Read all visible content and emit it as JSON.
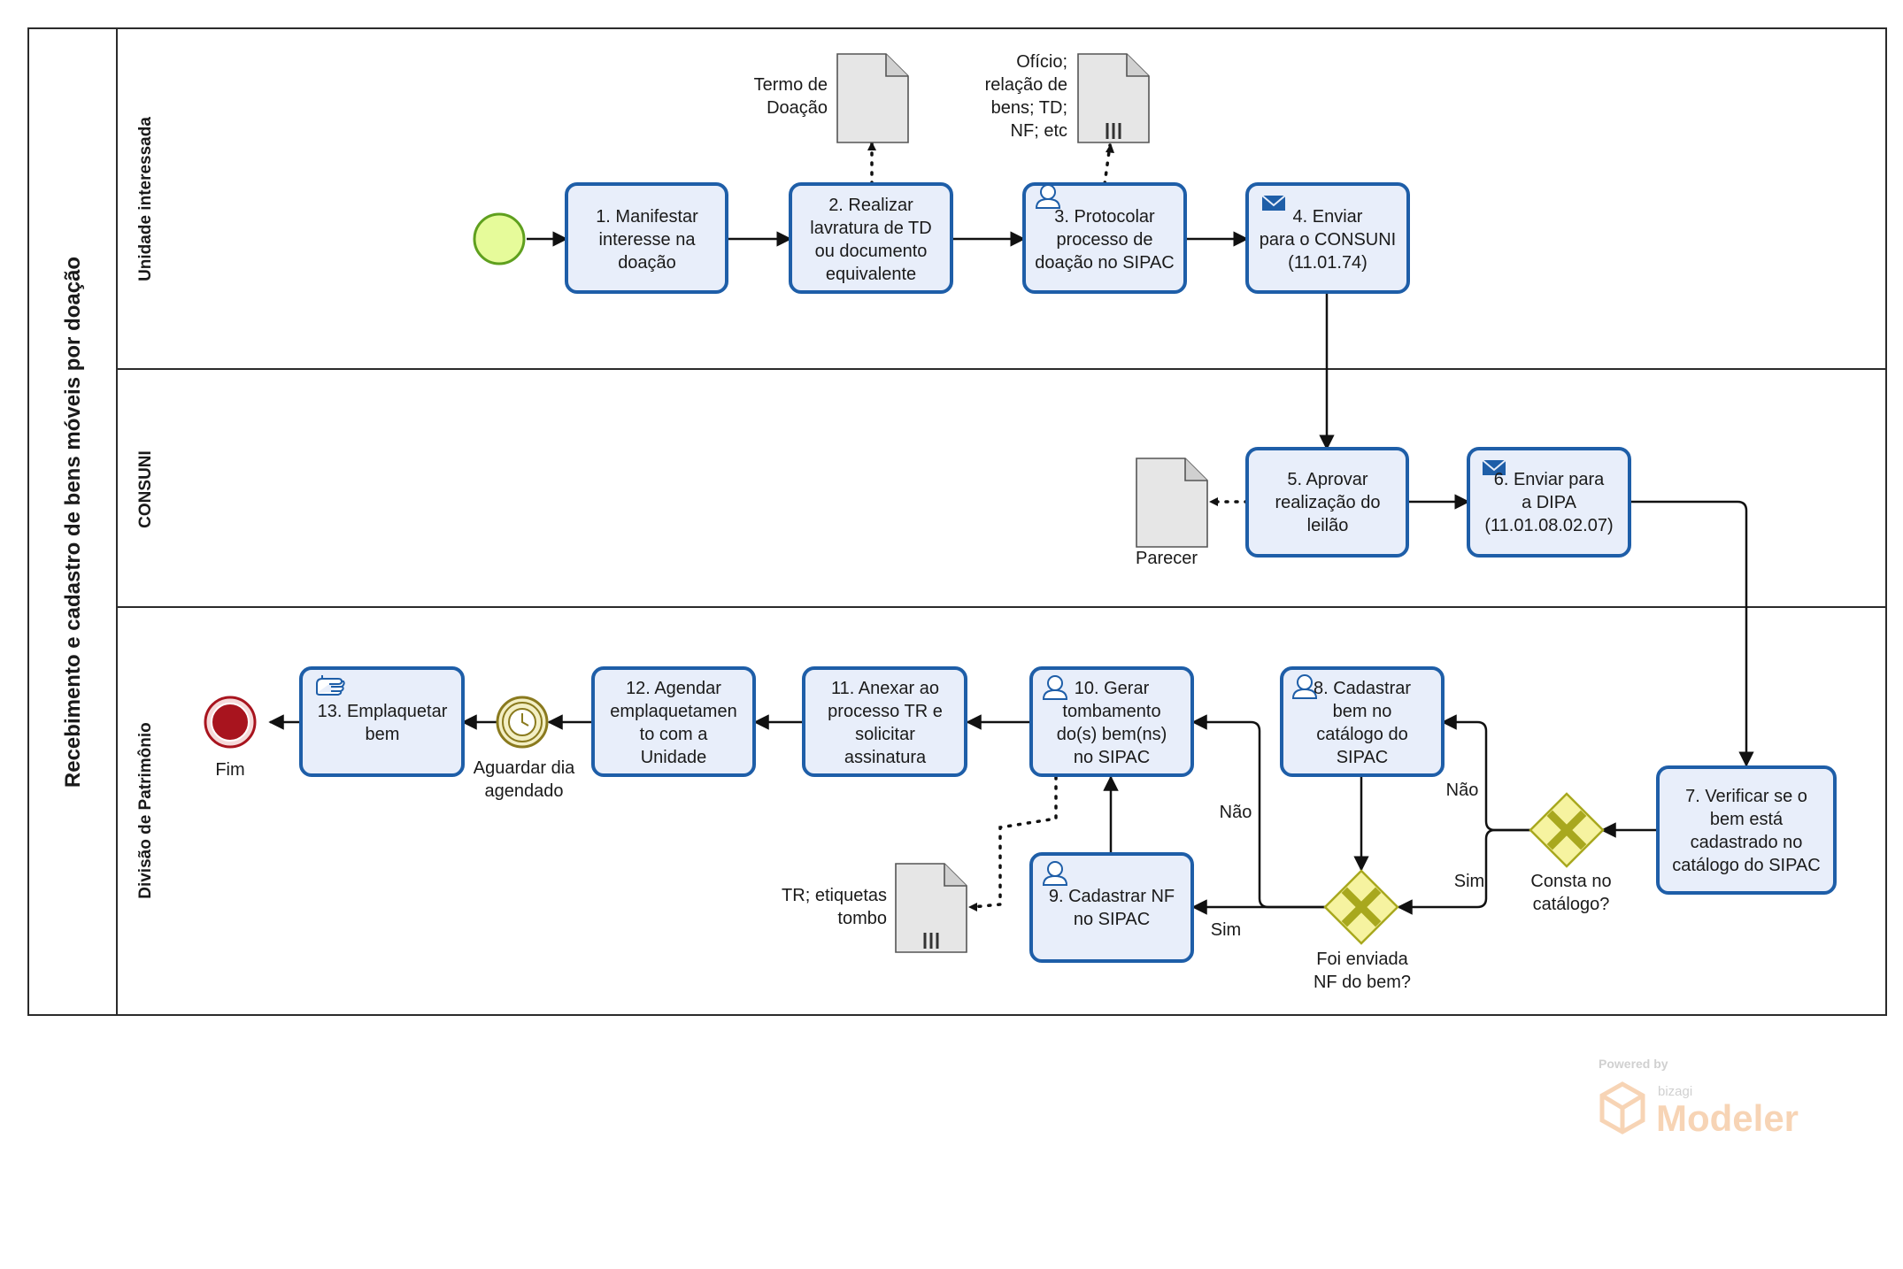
{
  "pool": {
    "title": "Recebimento e cadastro de bens móveis por doação"
  },
  "lanes": [
    {
      "id": "unidade",
      "label": "Unidade interessada"
    },
    {
      "id": "consuni",
      "label": "CONSUNI"
    },
    {
      "id": "patrimonio",
      "label": "Divisão de Patrimônio"
    }
  ],
  "tasks": {
    "t1": {
      "lines": [
        "1. Manifestar",
        "interesse na",
        "doação"
      ]
    },
    "t2": {
      "lines": [
        "2. Realizar",
        "lavratura de TD",
        "ou documento",
        "equivalente"
      ]
    },
    "t3": {
      "lines": [
        "3. Protocolar",
        "processo de",
        "doação no SIPAC"
      ],
      "icon": "user-icon"
    },
    "t4": {
      "lines": [
        "4. Enviar",
        "para o CONSUNI",
        "(11.01.74)"
      ],
      "icon": "envelope-icon"
    },
    "t5": {
      "lines": [
        "5. Aprovar",
        "realização do",
        "leilão"
      ]
    },
    "t6": {
      "lines": [
        "6. Enviar para",
        "a DIPA",
        "(11.01.08.02.07)"
      ],
      "icon": "envelope-icon"
    },
    "t7": {
      "lines": [
        "7. Verificar se o",
        "bem está",
        "cadastrado no",
        "catálogo do SIPAC"
      ]
    },
    "t8": {
      "lines": [
        "8. Cadastrar",
        "bem no",
        "catálogo do",
        "SIPAC"
      ],
      "icon": "user-icon"
    },
    "t9": {
      "lines": [
        "9. Cadastrar NF",
        "no SIPAC"
      ],
      "icon": "user-icon"
    },
    "t10": {
      "lines": [
        "10. Gerar",
        "tombamento",
        "do(s) bem(ns)",
        "no SIPAC"
      ],
      "icon": "user-icon"
    },
    "t11": {
      "lines": [
        "11. Anexar ao",
        "processo TR e",
        "solicitar",
        "assinatura"
      ]
    },
    "t12": {
      "lines": [
        "12. Agendar",
        "emplaquetamen",
        "to com a",
        "Unidade"
      ]
    },
    "t13": {
      "lines": [
        "13. Emplaquetar",
        "bem"
      ],
      "icon": "hand-icon"
    }
  },
  "documents": {
    "d1": {
      "lines": [
        "Termo de",
        "Doação"
      ]
    },
    "d2": {
      "lines": [
        "Ofício;",
        "relação de",
        "bens; TD;",
        "NF; etc"
      ]
    },
    "d3": {
      "lines": [
        "Parecer"
      ]
    },
    "d4": {
      "lines": [
        "TR; etiquetas",
        "tombo"
      ]
    }
  },
  "gateways": {
    "g1": {
      "lines": [
        "Consta no",
        "catálogo?"
      ]
    },
    "g2": {
      "lines": [
        "Foi enviada",
        "NF do bem?"
      ]
    }
  },
  "events": {
    "start": {
      "label": ""
    },
    "timer": {
      "lines": [
        "Aguardar dia",
        "agendado"
      ]
    },
    "end": {
      "label": "Fim"
    }
  },
  "flow_labels": {
    "g1_no": "Não",
    "g1_yes": "Sim",
    "g2_no": "Não",
    "g2_yes": "Sim"
  },
  "watermark": {
    "powered": "Powered by",
    "brand_small": "bizagi",
    "brand": "Modeler"
  },
  "colors": {
    "task_fill": "#e8eefa",
    "task_stroke": "#1e5ea8",
    "gateway_fill": "#f6f3a0",
    "gateway_stroke": "#a8a81e",
    "start_fill": "#e6fb9a",
    "start_stroke": "#5fa01e",
    "end_fill": "#a8141e",
    "timer_stroke": "#8a7a1e",
    "watermark": "#f2b27a"
  }
}
